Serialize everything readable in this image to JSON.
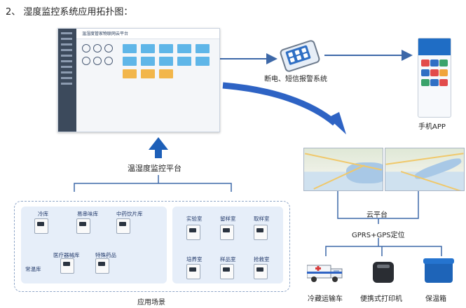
{
  "title": "2、 湿度监控系统应用拓扑图：",
  "dashboard": {
    "header": "温湿度管家物联网云平台"
  },
  "labels": {
    "alarm": "断电、短信报警系统",
    "app": "手机APP",
    "platform": "温湿度监控平台",
    "cloud": "云平台",
    "gprs": "GPRS+GPS定位",
    "scenes": "应用场景"
  },
  "scene_left": {
    "cold_storage": "冷库",
    "vulnerable_storage": "易串味库",
    "herbal_storage": "中药饮片库",
    "normal_temp_storage": "常温库",
    "medical_device_storage": "医疗器械库",
    "special_drugs": "特殊药品"
  },
  "scene_right": {
    "laboratory": "实验室",
    "sample_retention_room": "留样室",
    "sampling_room": "取样室",
    "culture_room": "培养室",
    "sample_room": "样品室",
    "rescue_room": "抢救室"
  },
  "devices": {
    "cold_chain_truck": "冷藏运输车",
    "portable_printer": "便携式打印机",
    "insulated_box": "保温箱"
  },
  "colors": {
    "accent": "#1f6dc5",
    "line": "#3d68a8",
    "panel": "#e6eef9"
  }
}
